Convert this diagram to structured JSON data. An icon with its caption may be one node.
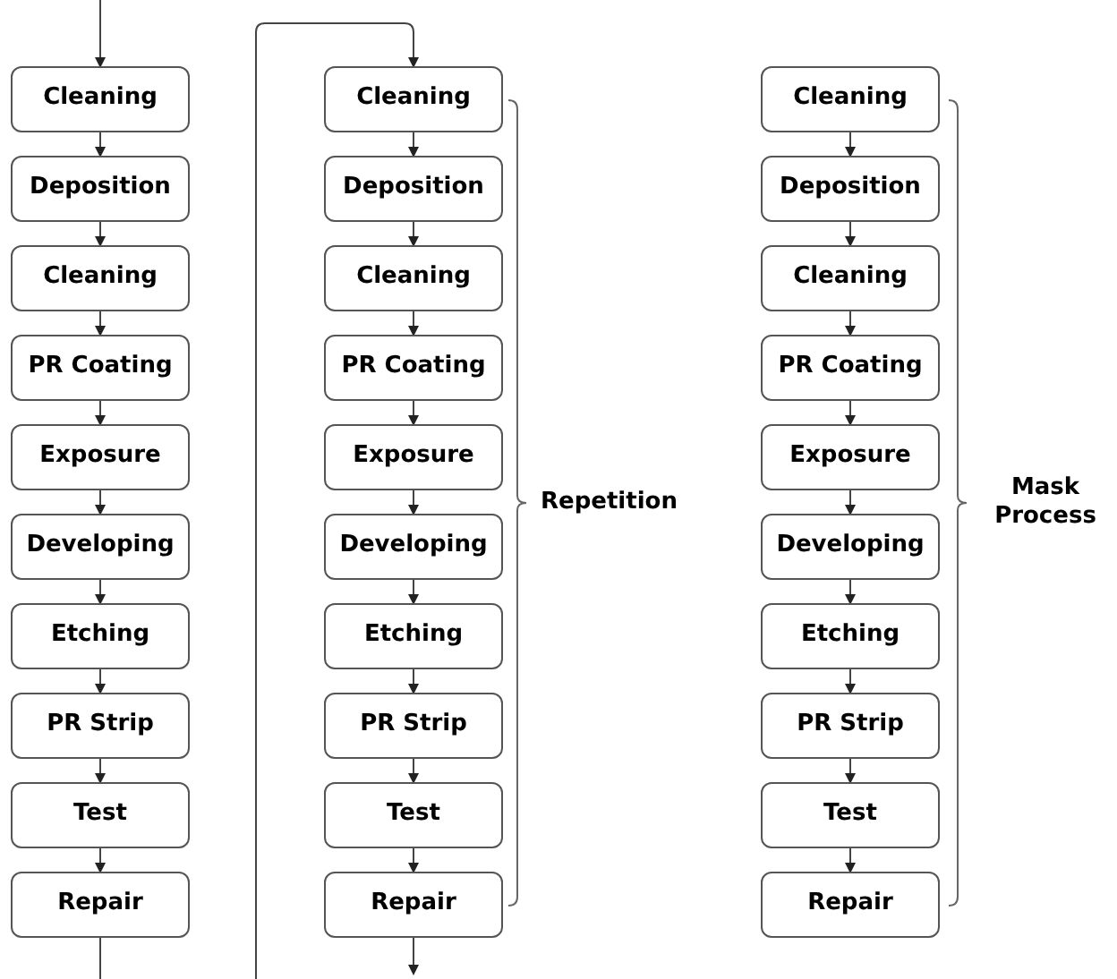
{
  "diagram": {
    "nodes": [
      {
        "text": [
          "Cleaning"
        ]
      },
      {
        "text": [
          "Deposition"
        ]
      },
      {
        "text": [
          "Cleaning"
        ]
      },
      {
        "text": [
          "PR Coating"
        ]
      },
      {
        "text": [
          "Exposure"
        ]
      },
      {
        "text": [
          "Developing"
        ]
      },
      {
        "text": [
          "Etching"
        ]
      },
      {
        "text": [
          "PR Strip"
        ]
      },
      {
        "text": [
          "Test"
        ]
      },
      {
        "text": [
          "Repair"
        ]
      },
      {
        "text": [
          "Cleaning"
        ]
      },
      {
        "text": [
          "Deposition"
        ]
      },
      {
        "text": [
          "Cleaning"
        ]
      },
      {
        "text": [
          "PR Coating"
        ]
      },
      {
        "text": [
          "Exposure"
        ]
      },
      {
        "text": [
          "Developing"
        ]
      },
      {
        "text": [
          "Etching"
        ]
      },
      {
        "text": [
          "PR Strip"
        ]
      },
      {
        "text": [
          "Test"
        ]
      },
      {
        "text": [
          "Repair"
        ]
      },
      {
        "text": [
          "Cleaning"
        ]
      },
      {
        "text": [
          "Deposition"
        ]
      },
      {
        "text": [
          "Cleaning"
        ]
      },
      {
        "text": [
          "PR Coating"
        ]
      },
      {
        "text": [
          "Exposure"
        ]
      },
      {
        "text": [
          "Developing"
        ]
      },
      {
        "text": [
          "Etching"
        ]
      },
      {
        "text": [
          "PR Strip"
        ]
      },
      {
        "text": [
          "Test"
        ]
      },
      {
        "text": [
          "Repair"
        ]
      }
    ],
    "edges": [
      {
        "from": null,
        "to": 0,
        "arrow": "to"
      },
      {
        "from": 0,
        "to": 1,
        "arrow": "to"
      },
      {
        "from": 1,
        "to": 2,
        "arrow": "to"
      },
      {
        "from": 2,
        "to": 3,
        "arrow": "to"
      },
      {
        "from": 3,
        "to": 4,
        "arrow": "to"
      },
      {
        "from": 4,
        "to": 5,
        "arrow": "to"
      },
      {
        "from": 5,
        "to": 6,
        "arrow": "to"
      },
      {
        "from": 6,
        "to": 7,
        "arrow": "to"
      },
      {
        "from": 7,
        "to": 8,
        "arrow": "to"
      },
      {
        "from": 8,
        "to": 9,
        "arrow": "to"
      },
      {
        "from": 9,
        "to": null,
        "arrow": "none"
      },
      {
        "from": null,
        "to": 10,
        "arrow": "to"
      },
      {
        "from": 10,
        "to": 11,
        "arrow": "to"
      },
      {
        "from": 11,
        "to": 12,
        "arrow": "to"
      },
      {
        "from": 12,
        "to": 13,
        "arrow": "to"
      },
      {
        "from": 13,
        "to": 14,
        "arrow": "to"
      },
      {
        "from": 14,
        "to": 15,
        "arrow": "to"
      },
      {
        "from": 15,
        "to": 16,
        "arrow": "to"
      },
      {
        "from": 16,
        "to": 17,
        "arrow": "to"
      },
      {
        "from": 17,
        "to": 18,
        "arrow": "to"
      },
      {
        "from": 18,
        "to": 19,
        "arrow": "to"
      },
      {
        "from": 19,
        "to": null,
        "arrow": "to"
      },
      {
        "from": 20,
        "to": 21,
        "arrow": "to"
      },
      {
        "from": 21,
        "to": 22,
        "arrow": "to"
      },
      {
        "from": 22,
        "to": 23,
        "arrow": "to"
      },
      {
        "from": 23,
        "to": 24,
        "arrow": "to"
      },
      {
        "from": 24,
        "to": 25,
        "arrow": "to"
      },
      {
        "from": 25,
        "to": 26,
        "arrow": "to"
      },
      {
        "from": 26,
        "to": 27,
        "arrow": "to"
      },
      {
        "from": 27,
        "to": 28,
        "arrow": "to"
      },
      {
        "from": 28,
        "to": 29,
        "arrow": "to"
      }
    ],
    "labels": [
      "Repetition",
      "Mask Process"
    ]
  }
}
